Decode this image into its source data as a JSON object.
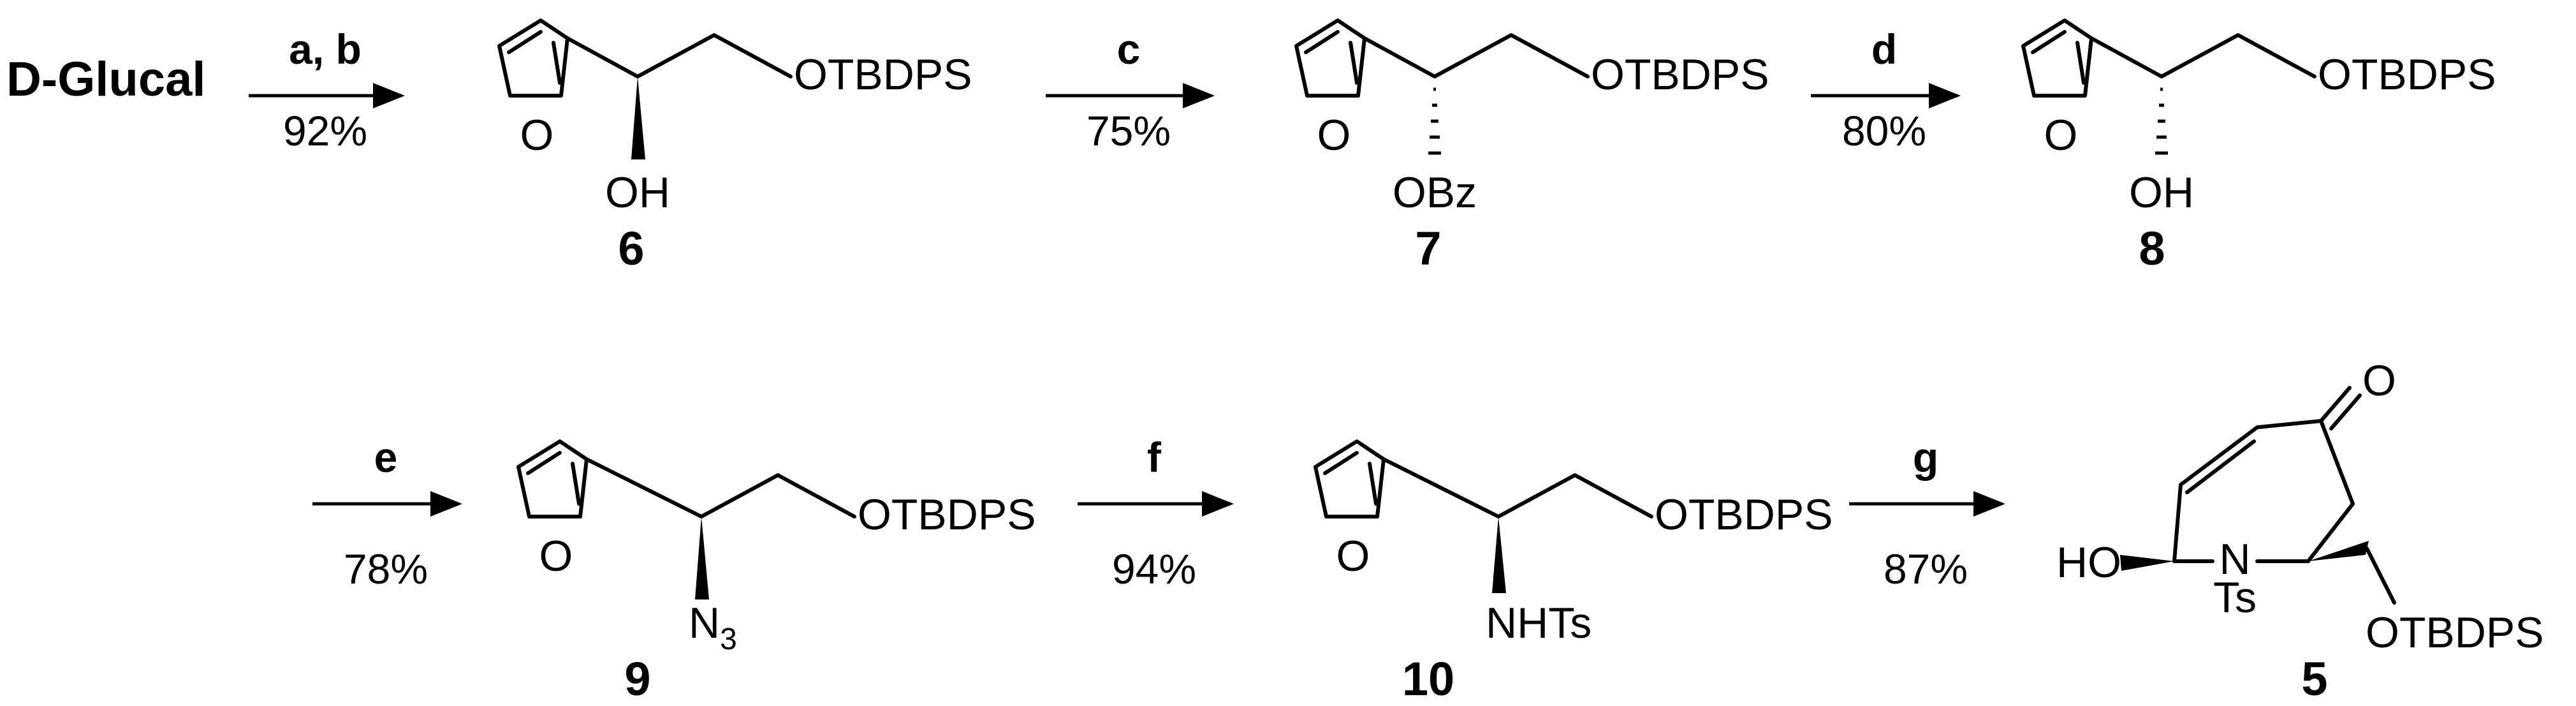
{
  "start_material": "D-Glucal",
  "compound_labels": [
    "6",
    "7",
    "8",
    "9",
    "10",
    "5"
  ],
  "steps": [
    {
      "reagent": "a, b",
      "yield": "92%"
    },
    {
      "reagent": "c",
      "yield": "75%"
    },
    {
      "reagent": "d",
      "yield": "80%"
    },
    {
      "reagent": "e",
      "yield": "78%"
    },
    {
      "reagent": "f",
      "yield": "94%"
    },
    {
      "reagent": "g",
      "yield": "87%"
    }
  ],
  "atoms": {
    "furan_o": "O",
    "otbdps": "OTBDPS",
    "oh": "OH",
    "obz": "OBz",
    "n3": "N",
    "n3_sub": "3",
    "nhts": "NHTs",
    "ho": "HO",
    "n": "N",
    "ts": "Ts",
    "ketone_o": "O"
  }
}
